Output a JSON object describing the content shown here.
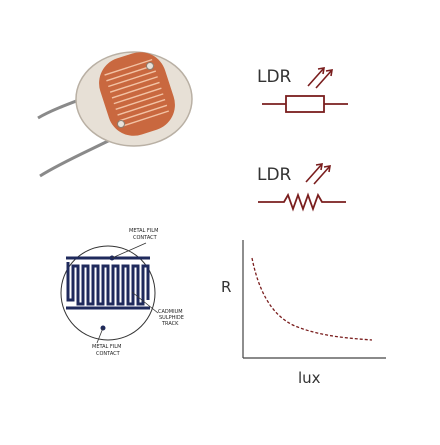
{
  "symbols": [
    {
      "label": "LDR",
      "style": "rectangle"
    },
    {
      "label": "LDR",
      "style": "zigzag"
    }
  ],
  "cross_section": {
    "labels": {
      "top_contact": [
        "METAL FILM",
        "CONTACT"
      ],
      "track": [
        "CADMIUM",
        "SULPHIDE",
        "TRACK"
      ],
      "bottom_contact": [
        "METAL FILM",
        "CONTACT"
      ]
    }
  },
  "graph": {
    "ylabel": "R",
    "xlabel": "lux",
    "curve_shape": "inverse (resistance falls as light rises)"
  },
  "colors": {
    "component_body": "#c9683f",
    "component_rim": "#e7e0d6",
    "symbol_stroke": "#7a1e1e",
    "curve": "#7a1e1e",
    "track": "#1f2a5c",
    "text": "#333333"
  }
}
